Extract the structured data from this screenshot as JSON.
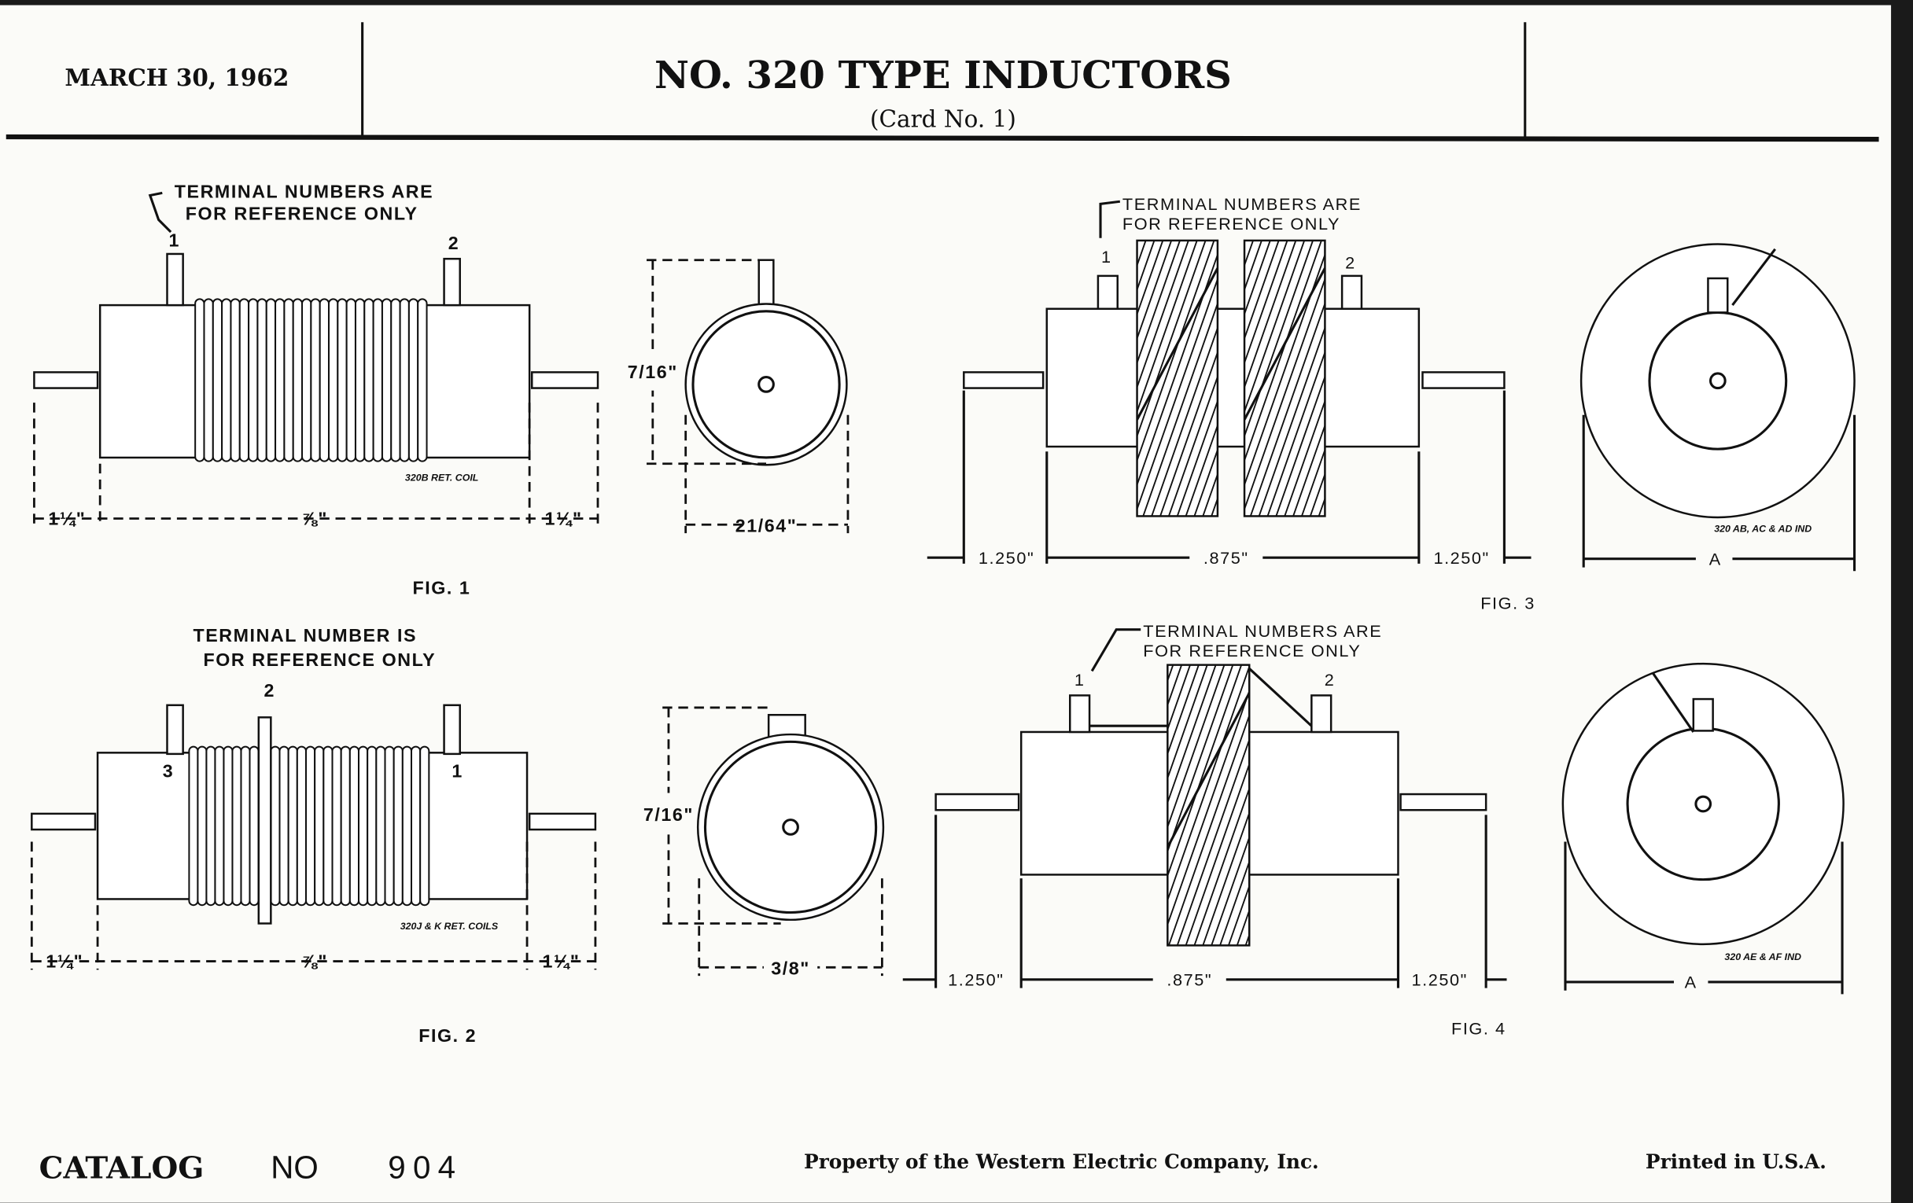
{
  "header": {
    "date": "MARCH 30, 1962",
    "title": "NO. 320 TYPE INDUCTORS",
    "subtitle": "(Card No. 1)"
  },
  "fig1": {
    "caption": "FIG. 1",
    "note_line1": "TERMINAL NUMBERS ARE",
    "note_line2": "FOR REFERENCE ONLY",
    "terminal_left": "1",
    "terminal_right": "2",
    "part_label": "320B RET. COIL",
    "dim_left": "1¼\"",
    "dim_center": "⅞\"",
    "dim_right": "1¼\"",
    "end_height": "7/16\"",
    "end_width": "21/64\""
  },
  "fig2": {
    "caption": "FIG. 2",
    "note_line1": "TERMINAL NUMBER IS",
    "note_line2": "FOR REFERENCE ONLY",
    "terminal_left": "3",
    "terminal_center": "2",
    "terminal_right": "1",
    "part_label": "320J & K RET. COILS",
    "dim_left": "1¼\"",
    "dim_center": "⅞\"",
    "dim_right": "1¼\"",
    "end_height": "7/16\"",
    "end_width": "3/8\""
  },
  "fig3": {
    "caption": "FIG. 3",
    "note_line1": "TERMINAL NUMBERS ARE",
    "note_line2": "FOR REFERENCE ONLY",
    "terminal_left": "1",
    "terminal_right": "2",
    "dim_left": "1.250\"",
    "dim_center": ".875\"",
    "dim_right": "1.250\"",
    "part_label": "320 AB, AC & AD IND",
    "end_dim": "A"
  },
  "fig4": {
    "caption": "FIG. 4",
    "note_line1": "TERMINAL NUMBERS ARE",
    "note_line2": "FOR REFERENCE ONLY",
    "terminal_left": "1",
    "terminal_right": "2",
    "dim_left": "1.250\"",
    "dim_center": ".875\"",
    "dim_right": "1.250\"",
    "part_label": "320 AE & AF IND",
    "end_dim": "A"
  },
  "footer": {
    "catalog_label": "CATALOG",
    "no_label": "NO",
    "catalog_number": "904",
    "property": "Property of the Western Electric Company, Inc.",
    "printed": "Printed in U.S.A."
  }
}
